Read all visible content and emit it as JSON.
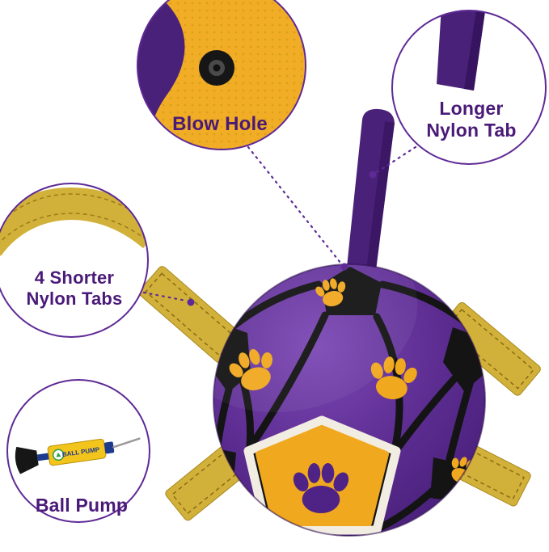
{
  "callouts": {
    "blow_hole": {
      "label": "Blow Hole"
    },
    "longer_tab": {
      "line1": "Longer",
      "line2": "Nylon Tab"
    },
    "shorter_tabs": {
      "line1": "4 Shorter",
      "line2": "Nylon Tabs"
    },
    "ball_pump": {
      "label": "Ball Pump"
    }
  },
  "pump": {
    "body_text": "BALL PUMP"
  },
  "colors": {
    "label_text": "#4a1a78",
    "ball_purple": "#5d2d92",
    "seam_black": "#141414",
    "paw_yellow": "#f0a81f",
    "tab_yellow": "#d2b13a",
    "strap_purple": "#4a2178",
    "callout_stroke": "#5e2a96",
    "blowhole_yellow": "#f0ad25",
    "pump_body_yellow": "#f3c41c",
    "pump_blue": "#1d3a8f"
  }
}
